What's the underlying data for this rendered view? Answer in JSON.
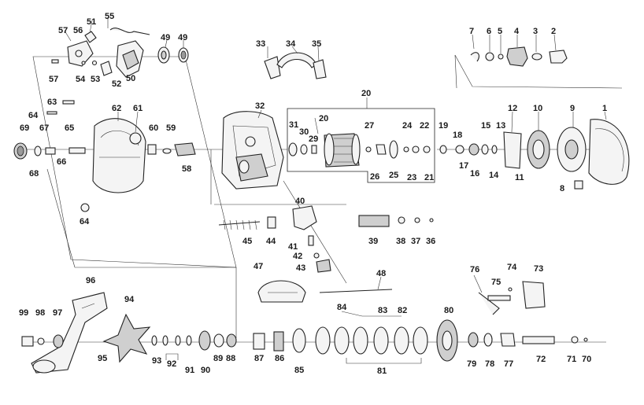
{
  "diagram": {
    "callouts": [
      {
        "id": "55",
        "label": "55"
      },
      {
        "id": "51",
        "label": "51"
      },
      {
        "id": "57a",
        "label": "57"
      },
      {
        "id": "56",
        "label": "56"
      },
      {
        "id": "49a",
        "label": "49"
      },
      {
        "id": "49b",
        "label": "49"
      },
      {
        "id": "57b",
        "label": "57"
      },
      {
        "id": "54",
        "label": "54"
      },
      {
        "id": "53",
        "label": "53"
      },
      {
        "id": "52",
        "label": "52"
      },
      {
        "id": "50",
        "label": "50"
      },
      {
        "id": "33",
        "label": "33"
      },
      {
        "id": "34",
        "label": "34"
      },
      {
        "id": "35",
        "label": "35"
      },
      {
        "id": "7",
        "label": "7"
      },
      {
        "id": "6",
        "label": "6"
      },
      {
        "id": "5",
        "label": "5"
      },
      {
        "id": "4",
        "label": "4"
      },
      {
        "id": "3",
        "label": "3"
      },
      {
        "id": "2",
        "label": "2"
      },
      {
        "id": "63",
        "label": "63"
      },
      {
        "id": "62",
        "label": "62"
      },
      {
        "id": "61",
        "label": "61"
      },
      {
        "id": "32",
        "label": "32"
      },
      {
        "id": "20a",
        "label": "20"
      },
      {
        "id": "20b",
        "label": "20"
      },
      {
        "id": "64a",
        "label": "64"
      },
      {
        "id": "69",
        "label": "69"
      },
      {
        "id": "67",
        "label": "67"
      },
      {
        "id": "65",
        "label": "65"
      },
      {
        "id": "60",
        "label": "60"
      },
      {
        "id": "59",
        "label": "59"
      },
      {
        "id": "31",
        "label": "31"
      },
      {
        "id": "30",
        "label": "30"
      },
      {
        "id": "29",
        "label": "29"
      },
      {
        "id": "27",
        "label": "27"
      },
      {
        "id": "24",
        "label": "24"
      },
      {
        "id": "22",
        "label": "22"
      },
      {
        "id": "19",
        "label": "19"
      },
      {
        "id": "18",
        "label": "18"
      },
      {
        "id": "15",
        "label": "15"
      },
      {
        "id": "13",
        "label": "13"
      },
      {
        "id": "12",
        "label": "12"
      },
      {
        "id": "10",
        "label": "10"
      },
      {
        "id": "9",
        "label": "9"
      },
      {
        "id": "1",
        "label": "1"
      },
      {
        "id": "68",
        "label": "68"
      },
      {
        "id": "66",
        "label": "66"
      },
      {
        "id": "58",
        "label": "58"
      },
      {
        "id": "26",
        "label": "26"
      },
      {
        "id": "25",
        "label": "25"
      },
      {
        "id": "23",
        "label": "23"
      },
      {
        "id": "21",
        "label": "21"
      },
      {
        "id": "17",
        "label": "17"
      },
      {
        "id": "16",
        "label": "16"
      },
      {
        "id": "14",
        "label": "14"
      },
      {
        "id": "11",
        "label": "11"
      },
      {
        "id": "8",
        "label": "8"
      },
      {
        "id": "40",
        "label": "40"
      },
      {
        "id": "64b",
        "label": "64"
      },
      {
        "id": "45",
        "label": "45"
      },
      {
        "id": "44",
        "label": "44"
      },
      {
        "id": "39",
        "label": "39"
      },
      {
        "id": "38",
        "label": "38"
      },
      {
        "id": "37",
        "label": "37"
      },
      {
        "id": "36",
        "label": "36"
      },
      {
        "id": "41",
        "label": "41"
      },
      {
        "id": "42",
        "label": "42"
      },
      {
        "id": "43",
        "label": "43"
      },
      {
        "id": "47",
        "label": "47"
      },
      {
        "id": "48",
        "label": "48"
      },
      {
        "id": "76",
        "label": "76"
      },
      {
        "id": "74",
        "label": "74"
      },
      {
        "id": "73",
        "label": "73"
      },
      {
        "id": "75",
        "label": "75"
      },
      {
        "id": "96",
        "label": "96"
      },
      {
        "id": "94",
        "label": "94"
      },
      {
        "id": "84",
        "label": "84"
      },
      {
        "id": "83",
        "label": "83"
      },
      {
        "id": "82",
        "label": "82"
      },
      {
        "id": "80",
        "label": "80"
      },
      {
        "id": "99",
        "label": "99"
      },
      {
        "id": "98",
        "label": "98"
      },
      {
        "id": "97",
        "label": "97"
      },
      {
        "id": "95",
        "label": "95"
      },
      {
        "id": "93",
        "label": "93"
      },
      {
        "id": "92",
        "label": "92"
      },
      {
        "id": "91",
        "label": "91"
      },
      {
        "id": "90",
        "label": "90"
      },
      {
        "id": "89",
        "label": "89"
      },
      {
        "id": "88",
        "label": "88"
      },
      {
        "id": "87",
        "label": "87"
      },
      {
        "id": "86",
        "label": "86"
      },
      {
        "id": "85",
        "label": "85"
      },
      {
        "id": "81",
        "label": "81"
      },
      {
        "id": "79",
        "label": "79"
      },
      {
        "id": "78",
        "label": "78"
      },
      {
        "id": "77",
        "label": "77"
      },
      {
        "id": "72",
        "label": "72"
      },
      {
        "id": "71",
        "label": "71"
      },
      {
        "id": "70",
        "label": "70"
      }
    ]
  }
}
